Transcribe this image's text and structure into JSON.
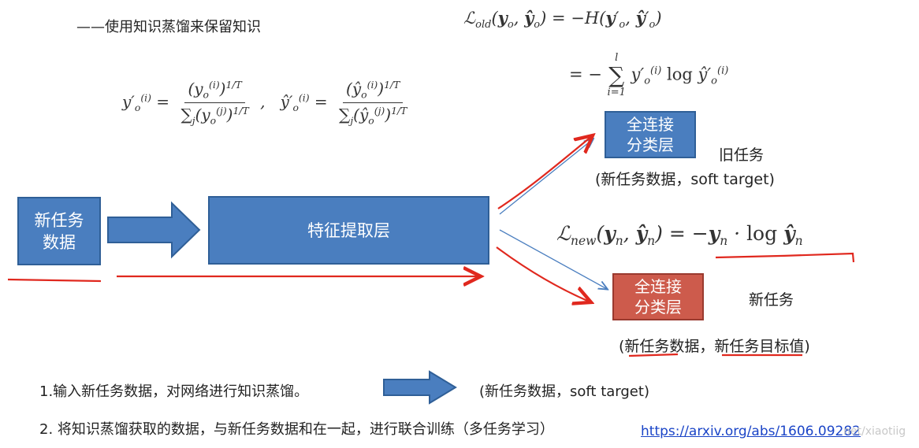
{
  "title": "——使用知识蒸馏来保留知识",
  "boxes": {
    "new_task_data": [
      "新任务",
      "数据"
    ],
    "feature_layer": "特征提取层",
    "fc_old": [
      "全连接",
      "分类层"
    ],
    "fc_new": [
      "全连接",
      "分类层"
    ]
  },
  "labels": {
    "old_task": "旧任务",
    "old_task_sub": "(新任务数据，soft target)",
    "new_task": "新任务",
    "new_task_sub": "(新任务数据，新任务目标值)"
  },
  "formulas": {
    "y_prime_lhs": "y′o(i) =",
    "y_prime_num": "(yo(i))1/T",
    "y_prime_den": "∑j(yo(j))1/T",
    "yhat_prime_lhs": "ŷ′o(i) =",
    "yhat_prime_num": "(ŷo(i))1/T",
    "yhat_prime_den": "∑j(ŷo(j))1/T",
    "l_old_line1": "ℒold(yo, ŷo) = −H(y′o, ŷ′o)",
    "l_old_line2": "= − ∑ y′o(i) log ŷ′o(i)",
    "l_old_upper": "l",
    "l_old_lower": "i=1",
    "l_new": "ℒnew(yn, ŷn) = −yn · log ŷn"
  },
  "steps": {
    "step1": "1.输入新任务数据，对网络进行知识蒸馏。",
    "step1_result": "(新任务数据，soft target)",
    "step2": "2. 将知识蒸馏获取的数据，与新任务数据和在一起，进行联合训练（多任务学习）"
  },
  "link": "https://arxiv.org/abs/1606.09282",
  "watermark": "net/xiaotiig",
  "colors": {
    "box_blue": "#4a7ebf",
    "box_red": "#cd5b4c",
    "annotation_red": "#e0281e",
    "link_blue": "#1a44c7"
  }
}
